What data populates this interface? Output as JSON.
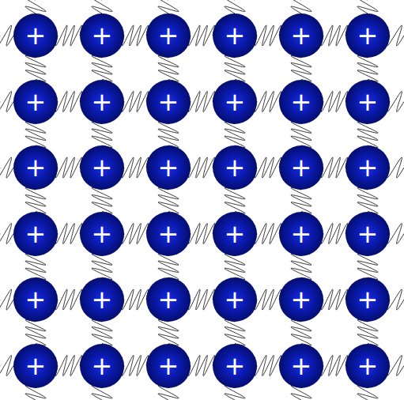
{
  "diagram": {
    "nodes": [
      {
        "text": [
          "+"
        ]
      },
      {
        "text": [
          "+"
        ]
      },
      {
        "text": [
          "+"
        ]
      },
      {
        "text": [
          "+"
        ]
      },
      {
        "text": [
          "+"
        ]
      },
      {
        "text": [
          "+"
        ]
      },
      {
        "text": [
          "+"
        ]
      },
      {
        "text": [
          "+"
        ]
      },
      {
        "text": [
          "+"
        ]
      },
      {
        "text": [
          "+"
        ]
      },
      {
        "text": [
          "+"
        ]
      },
      {
        "text": [
          "+"
        ]
      },
      {
        "text": [
          "+"
        ]
      },
      {
        "text": [
          "+"
        ]
      },
      {
        "text": [
          "+"
        ]
      },
      {
        "text": [
          "+"
        ]
      },
      {
        "text": [
          "+"
        ]
      },
      {
        "text": [
          "+"
        ]
      },
      {
        "text": [
          "+"
        ]
      },
      {
        "text": [
          "+"
        ]
      },
      {
        "text": [
          "+"
        ]
      },
      {
        "text": [
          "+"
        ]
      },
      {
        "text": [
          "+"
        ]
      },
      {
        "text": [
          "+"
        ]
      },
      {
        "text": [
          "+"
        ]
      },
      {
        "text": [
          "+"
        ]
      },
      {
        "text": [
          "+"
        ]
      },
      {
        "text": [
          "+"
        ]
      },
      {
        "text": [
          "+"
        ]
      },
      {
        "text": [
          "+"
        ]
      },
      {
        "text": [
          "+"
        ]
      },
      {
        "text": [
          "+"
        ]
      },
      {
        "text": [
          "+"
        ]
      },
      {
        "text": [
          "+"
        ]
      },
      {
        "text": [
          "+"
        ]
      },
      {
        "text": [
          "+"
        ]
      }
    ],
    "edges": [
      {
        "from": 0,
        "to": 1,
        "arrow": "none"
      },
      {
        "from": 1,
        "to": 2,
        "arrow": "none"
      },
      {
        "from": 2,
        "to": 3,
        "arrow": "none"
      },
      {
        "from": 3,
        "to": 4,
        "arrow": "none"
      },
      {
        "from": 4,
        "to": 5,
        "arrow": "none"
      },
      {
        "from": 6,
        "to": 7,
        "arrow": "none"
      },
      {
        "from": 7,
        "to": 8,
        "arrow": "none"
      },
      {
        "from": 8,
        "to": 9,
        "arrow": "none"
      },
      {
        "from": 9,
        "to": 10,
        "arrow": "none"
      },
      {
        "from": 10,
        "to": 11,
        "arrow": "none"
      },
      {
        "from": 12,
        "to": 13,
        "arrow": "none"
      },
      {
        "from": 13,
        "to": 14,
        "arrow": "none"
      },
      {
        "from": 14,
        "to": 15,
        "arrow": "none"
      },
      {
        "from": 15,
        "to": 16,
        "arrow": "none"
      },
      {
        "from": 16,
        "to": 17,
        "arrow": "none"
      },
      {
        "from": 18,
        "to": 19,
        "arrow": "none"
      },
      {
        "from": 19,
        "to": 20,
        "arrow": "none"
      },
      {
        "from": 20,
        "to": 21,
        "arrow": "none"
      },
      {
        "from": 21,
        "to": 22,
        "arrow": "none"
      },
      {
        "from": 22,
        "to": 23,
        "arrow": "none"
      },
      {
        "from": 24,
        "to": 25,
        "arrow": "none"
      },
      {
        "from": 25,
        "to": 26,
        "arrow": "none"
      },
      {
        "from": 26,
        "to": 27,
        "arrow": "none"
      },
      {
        "from": 27,
        "to": 28,
        "arrow": "none"
      },
      {
        "from": 28,
        "to": 29,
        "arrow": "none"
      },
      {
        "from": 30,
        "to": 31,
        "arrow": "none"
      },
      {
        "from": 31,
        "to": 32,
        "arrow": "none"
      },
      {
        "from": 32,
        "to": 33,
        "arrow": "none"
      },
      {
        "from": 33,
        "to": 34,
        "arrow": "none"
      },
      {
        "from": 34,
        "to": 35,
        "arrow": "none"
      },
      {
        "from": 0,
        "to": 6,
        "arrow": "none"
      },
      {
        "from": 1,
        "to": 7,
        "arrow": "none"
      },
      {
        "from": 2,
        "to": 8,
        "arrow": "none"
      },
      {
        "from": 3,
        "to": 9,
        "arrow": "none"
      },
      {
        "from": 4,
        "to": 10,
        "arrow": "none"
      },
      {
        "from": 5,
        "to": 11,
        "arrow": "none"
      },
      {
        "from": 6,
        "to": 12,
        "arrow": "none"
      },
      {
        "from": 7,
        "to": 13,
        "arrow": "none"
      },
      {
        "from": 8,
        "to": 14,
        "arrow": "none"
      },
      {
        "from": 9,
        "to": 15,
        "arrow": "none"
      },
      {
        "from": 10,
        "to": 16,
        "arrow": "none"
      },
      {
        "from": 11,
        "to": 17,
        "arrow": "none"
      },
      {
        "from": 12,
        "to": 18,
        "arrow": "none"
      },
      {
        "from": 13,
        "to": 19,
        "arrow": "none"
      },
      {
        "from": 14,
        "to": 20,
        "arrow": "none"
      },
      {
        "from": 15,
        "to": 21,
        "arrow": "none"
      },
      {
        "from": 16,
        "to": 22,
        "arrow": "none"
      },
      {
        "from": 17,
        "to": 23,
        "arrow": "none"
      },
      {
        "from": 18,
        "to": 24,
        "arrow": "none"
      },
      {
        "from": 19,
        "to": 25,
        "arrow": "none"
      },
      {
        "from": 20,
        "to": 26,
        "arrow": "none"
      },
      {
        "from": 21,
        "to": 27,
        "arrow": "none"
      },
      {
        "from": 22,
        "to": 28,
        "arrow": "none"
      },
      {
        "from": 23,
        "to": 29,
        "arrow": "none"
      },
      {
        "from": 24,
        "to": 30,
        "arrow": "none"
      },
      {
        "from": 25,
        "to": 31,
        "arrow": "none"
      },
      {
        "from": 26,
        "to": 32,
        "arrow": "none"
      },
      {
        "from": 27,
        "to": 33,
        "arrow": "none"
      },
      {
        "from": 28,
        "to": 34,
        "arrow": "none"
      },
      {
        "from": 29,
        "to": 35,
        "arrow": "none"
      }
    ]
  }
}
